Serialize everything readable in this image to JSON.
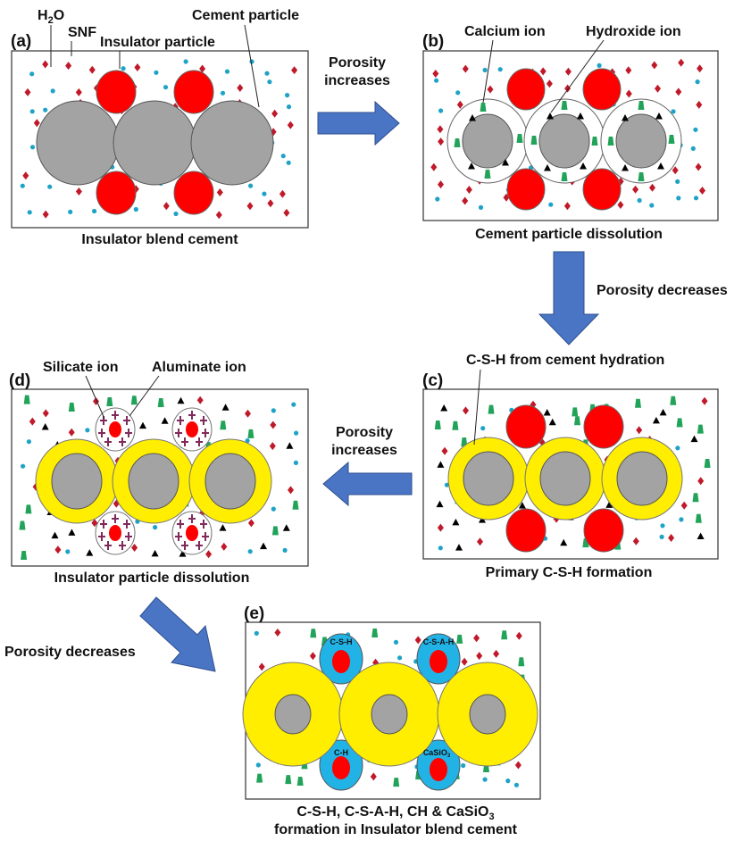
{
  "colors": {
    "water": "#1ea3c7",
    "snf": "#c0192a",
    "insulator": "#ff0000",
    "cement": "#a3a3a3",
    "csh_shell": "#ffee00",
    "arrow": "#4a75c5",
    "calcium": "#22a35a",
    "hydroxide": "#000000",
    "product_shell": "#22b3e6",
    "silicate_aluminate": "#7f2a5a"
  },
  "icons": {
    "water": "blue-dot-icon",
    "snf": "red-diamond-icon",
    "calcium": "green-trapezoid-icon",
    "hydroxide": "black-triangle-icon",
    "silicate": "purple-cross-icon",
    "aluminate": "purple-cross-icon"
  },
  "panels": {
    "a": {
      "tag": "(a)",
      "caption": "Insulator blend cement",
      "labels": {
        "water_pre": "H",
        "water_sub": "2",
        "water_post": "O",
        "snf": "SNF",
        "insulator": "Insulator particle",
        "cement": "Cement particle"
      }
    },
    "b": {
      "tag": "(b)",
      "caption": "Cement particle dissolution",
      "labels": {
        "calcium": "Calcium ion",
        "hydroxide": "Hydroxide ion"
      }
    },
    "c": {
      "tag": "(c)",
      "caption": "Primary C-S-H formation",
      "labels": {
        "csh": "C-S-H from cement hydration"
      }
    },
    "d": {
      "tag": "(d)",
      "caption": "Insulator particle dissolution",
      "labels": {
        "silicate": "Silicate ion",
        "aluminate": "Aluminate ion"
      }
    },
    "e": {
      "tag": "(e)",
      "caption_line1_pre": "C-S-H, C-S-A-H, CH & CaSiO",
      "caption_line1_sub": "3",
      "caption_line2": "formation in Insulator blend cement",
      "products": {
        "top_left": "C-S-H",
        "top_right": "C-S-A-H",
        "bottom_left": "C-H",
        "bottom_right_pre": "CaSiO",
        "bottom_right_sub": "3"
      }
    }
  },
  "arrows": {
    "a_to_b_line1": "Porosity",
    "a_to_b_line2": "increases",
    "b_to_c": "Porosity decreases",
    "c_to_d_line1": "Porosity",
    "c_to_d_line2": "increases",
    "d_to_e": "Porosity decreases"
  }
}
